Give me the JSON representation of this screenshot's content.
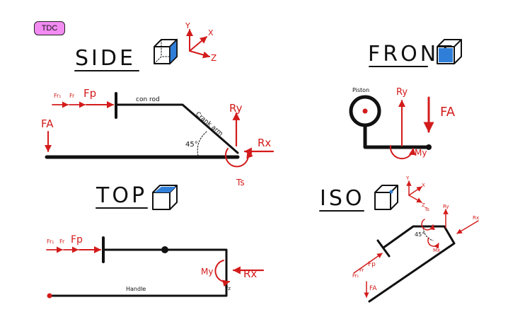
{
  "badge": {
    "label": "TDC"
  },
  "views": {
    "side": {
      "title": "SIDE",
      "axes": {
        "y": "Y",
        "x": "X",
        "z": "Z"
      },
      "labels": {
        "fr1": "Fr₁",
        "fr2": "Fr",
        "fp": "Fp",
        "fa": "FA",
        "con_rod": "con rod",
        "crank_arm": "Crank arm",
        "angle": "45°",
        "ry": "Ry",
        "rx": "Rx",
        "ts": "Ts"
      }
    },
    "front": {
      "title": "FRONT",
      "labels": {
        "piston": "Piston",
        "ry": "Ry",
        "fa": "FA",
        "my": "My"
      }
    },
    "top": {
      "title": "TOP",
      "labels": {
        "fr1": "Fr₁",
        "fr2": "Fr",
        "fp": "Fp",
        "my": "My",
        "rx": "Rx",
        "handle": "Handle",
        "tz": "Tz"
      }
    },
    "iso": {
      "title": "ISO",
      "axes": {
        "y": "Y",
        "x": "X",
        "z": "Z"
      },
      "labels": {
        "fr1": "Fr₁",
        "fr2": "Fr",
        "fp": "Fp",
        "fa": "FA",
        "angle": "45°",
        "ts": "Ts",
        "ry": "Ry",
        "rx": "Rx",
        "mx": "Mx"
      }
    }
  },
  "colors": {
    "ink": "#111111",
    "force_red": "#d31b1b",
    "badge_pink": "#f28bf2",
    "face_blue": "#2f7fd9"
  }
}
